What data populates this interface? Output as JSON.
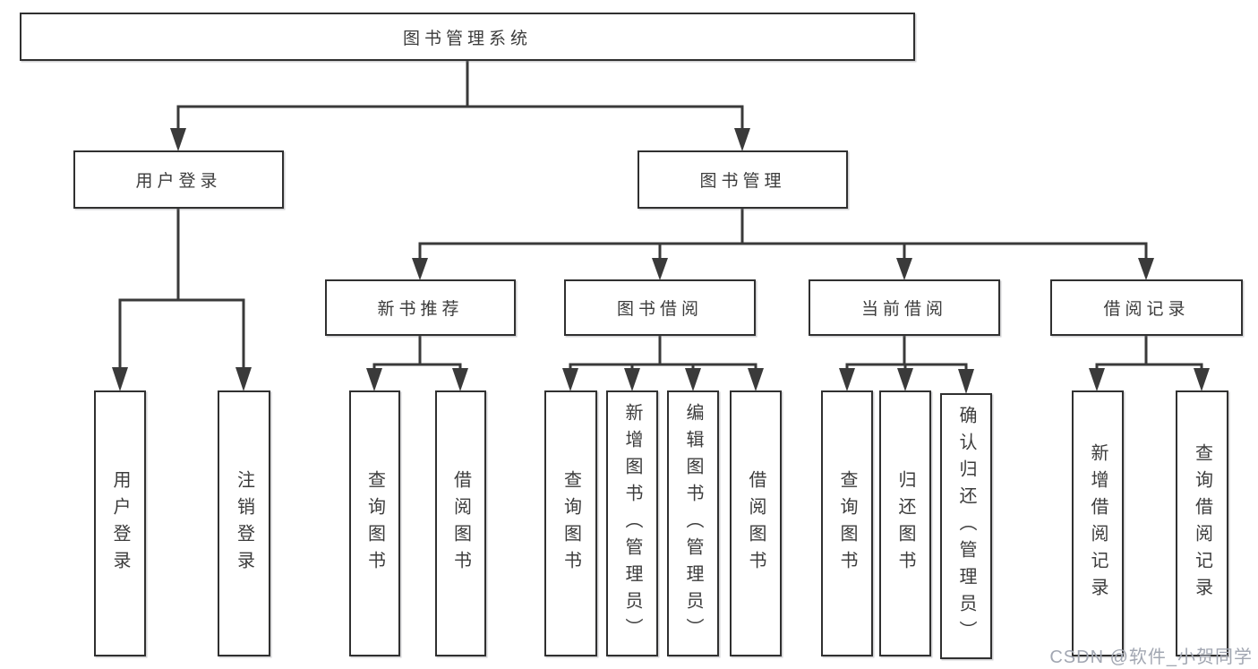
{
  "diagram": {
    "root": {
      "label": "图书管理系统",
      "children": [
        {
          "label": "用户登录",
          "children": [
            {
              "label": "用户登录"
            },
            {
              "label": "注销登录"
            }
          ]
        },
        {
          "label": "图书管理",
          "children": [
            {
              "label": "新书推荐",
              "children": [
                {
                  "label": "查询图书"
                },
                {
                  "label": "借阅图书"
                }
              ]
            },
            {
              "label": "图书借阅",
              "children": [
                {
                  "label": "查询图书"
                },
                {
                  "label": "新增图书（管理员）"
                },
                {
                  "label": "编辑图书（管理员）"
                },
                {
                  "label": "借阅图书"
                }
              ]
            },
            {
              "label": "当前借阅",
              "children": [
                {
                  "label": "查询图书"
                },
                {
                  "label": "归还图书"
                },
                {
                  "label": "确认归还（管理员）"
                }
              ]
            },
            {
              "label": "借阅记录",
              "children": [
                {
                  "label": "新增借阅记录"
                },
                {
                  "label": "查询借阅记录"
                }
              ]
            }
          ]
        }
      ]
    },
    "watermark": "CSDN @软件_小贺同学",
    "colors": {
      "line": "#3a3a3a",
      "box_border": "#303030",
      "text": "#3c3c3c",
      "watermark": "#a2a7b2",
      "background": "#ffffff"
    }
  }
}
